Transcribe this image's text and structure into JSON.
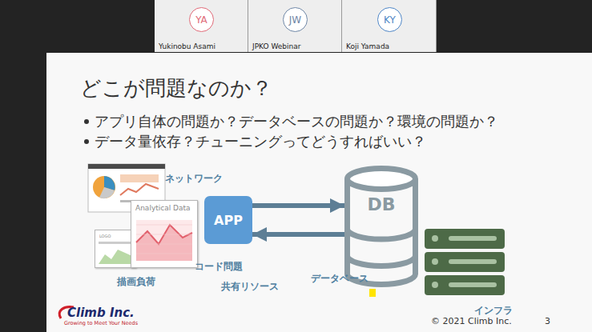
{
  "diagram": {
    "title": "どこが問題なのか？",
    "nodes": [
      {
        "text": [
          "Yukinobu Asami"
        ]
      },
      {
        "text": [
          "YA"
        ],
        "in": 0
      },
      {
        "text": [
          "JPKO Webinar"
        ]
      },
      {
        "text": [
          "JW"
        ],
        "in": 2
      },
      {
        "text": [
          "Koji Yamada"
        ]
      },
      {
        "text": [
          "KY"
        ],
        "in": 4
      },
      {
        "text": [
          "LOGO"
        ]
      },
      {
        "text": [
          "Analytical Data"
        ]
      },
      {
        "text": [
          "APP"
        ]
      },
      {
        "text": [
          "DB"
        ]
      }
    ],
    "edges": [
      {
        "from": 8,
        "to": 9,
        "arrow": "to"
      },
      {
        "from": 9,
        "to": 8,
        "arrow": "to"
      }
    ],
    "labels": [
      "アプリ自体の問題か？データベースの問題か？環境の問題か？",
      "データ量依存？チューニングってどうすればいい？",
      "ネットワーク",
      "描画負荷",
      "コード問題",
      "共有リソース",
      "データベース",
      "インフラ",
      "Climb Inc.",
      "Growing to Meet Your Needs",
      "© 2021 Climb Inc.",
      "3"
    ]
  }
}
